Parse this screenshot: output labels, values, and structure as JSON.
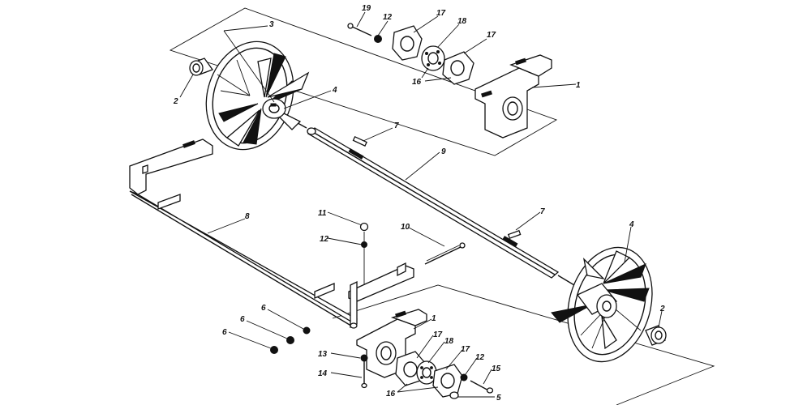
{
  "callouts": [
    {
      "id": "c-19",
      "text": "19"
    },
    {
      "id": "c-12a",
      "text": "12"
    },
    {
      "id": "c-17a",
      "text": "17"
    },
    {
      "id": "c-18a",
      "text": "18"
    },
    {
      "id": "c-17b",
      "text": "17"
    },
    {
      "id": "c-16a",
      "text": "16"
    },
    {
      "id": "c-1a",
      "text": "1"
    },
    {
      "id": "c-3",
      "text": "3"
    },
    {
      "id": "c-2a",
      "text": "2"
    },
    {
      "id": "c-4a",
      "text": "4"
    },
    {
      "id": "c-7a",
      "text": "7"
    },
    {
      "id": "c-9",
      "text": "9"
    },
    {
      "id": "c-8",
      "text": "8"
    },
    {
      "id": "c-11",
      "text": "11"
    },
    {
      "id": "c-12b",
      "text": "12"
    },
    {
      "id": "c-10",
      "text": "10"
    },
    {
      "id": "c-7b",
      "text": "7"
    },
    {
      "id": "c-4b",
      "text": "4"
    },
    {
      "id": "c-2b",
      "text": "2"
    },
    {
      "id": "c-6a",
      "text": "6"
    },
    {
      "id": "c-6b",
      "text": "6"
    },
    {
      "id": "c-6c",
      "text": "6"
    },
    {
      "id": "c-1b",
      "text": "1"
    },
    {
      "id": "c-17c",
      "text": "17"
    },
    {
      "id": "c-18b",
      "text": "18"
    },
    {
      "id": "c-17d",
      "text": "17"
    },
    {
      "id": "c-12c",
      "text": "12"
    },
    {
      "id": "c-15",
      "text": "15"
    },
    {
      "id": "c-13",
      "text": "13"
    },
    {
      "id": "c-14",
      "text": "14"
    },
    {
      "id": "c-16b",
      "text": "16"
    },
    {
      "id": "c-5",
      "text": "5"
    }
  ]
}
